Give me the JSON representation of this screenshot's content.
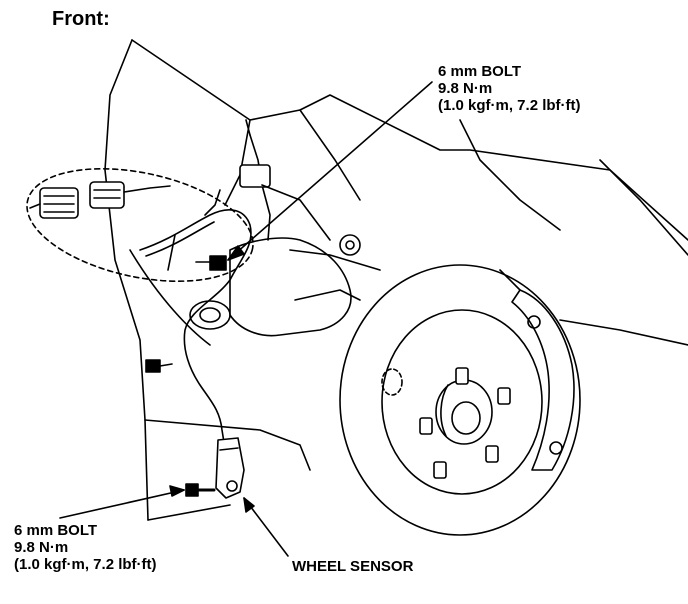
{
  "title": "Front:",
  "callouts": {
    "top_bolt": {
      "line1": "6 mm BOLT",
      "line2": "9.8 N·m",
      "line3": "(1.0 kgf·m, 7.2 lbf·ft)"
    },
    "bottom_bolt": {
      "line1": "6 mm BOLT",
      "line2": "9.8 N·m",
      "line3": "(1.0 kgf·m, 7.2 lbf·ft)"
    },
    "wheel_sensor": "WHEEL SENSOR"
  }
}
